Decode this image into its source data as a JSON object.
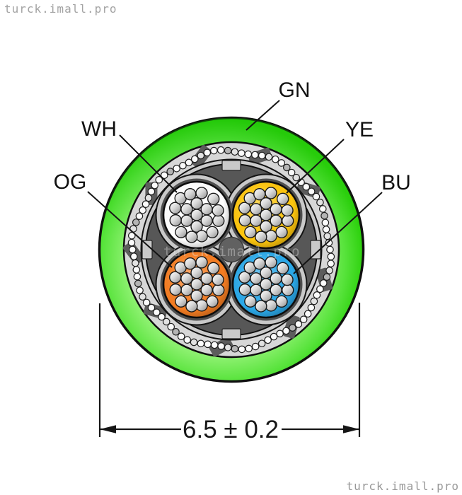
{
  "watermarks": {
    "top_left": "turck.imall.pro",
    "center": "turck.imall.pro",
    "bottom_right": "turck.imall.pro"
  },
  "cable": {
    "jacket_label": "GN",
    "jacket_color": "#3ddc1e",
    "shield_color": "#d7d7d7",
    "filler_color": "#575757",
    "conductors": [
      {
        "label": "WH",
        "color": "#ffffff",
        "position": "top-left"
      },
      {
        "label": "YE",
        "color": "#fec60e",
        "position": "top-right"
      },
      {
        "label": "OG",
        "color": "#f57d22",
        "position": "bottom-left"
      },
      {
        "label": "BU",
        "color": "#2ba9e9",
        "position": "bottom-right"
      }
    ],
    "strands_per_conductor": 19
  },
  "dimension": {
    "value": "6.5 ± 0.2"
  }
}
